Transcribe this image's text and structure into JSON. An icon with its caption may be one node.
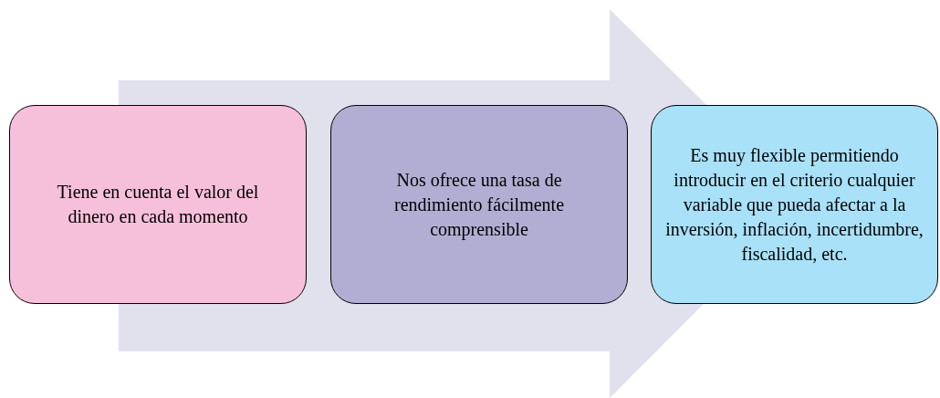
{
  "diagram": {
    "nodes": [
      {
        "text": [
          "Tiene en cuenta el valor del dinero en cada momento"
        ]
      },
      {
        "text": [
          "Nos ofrece una tasa de rendimiento fácilmente comprensible"
        ]
      },
      {
        "text": [
          "Es muy flexible permitiendo introducir en el criterio cualquier variable que pueda afectar a la inversión, inflación, incertidumbre, fiscalidad, etc."
        ]
      }
    ],
    "edges": [
      {
        "from": 0,
        "to": 2,
        "arrow": "to"
      }
    ]
  }
}
